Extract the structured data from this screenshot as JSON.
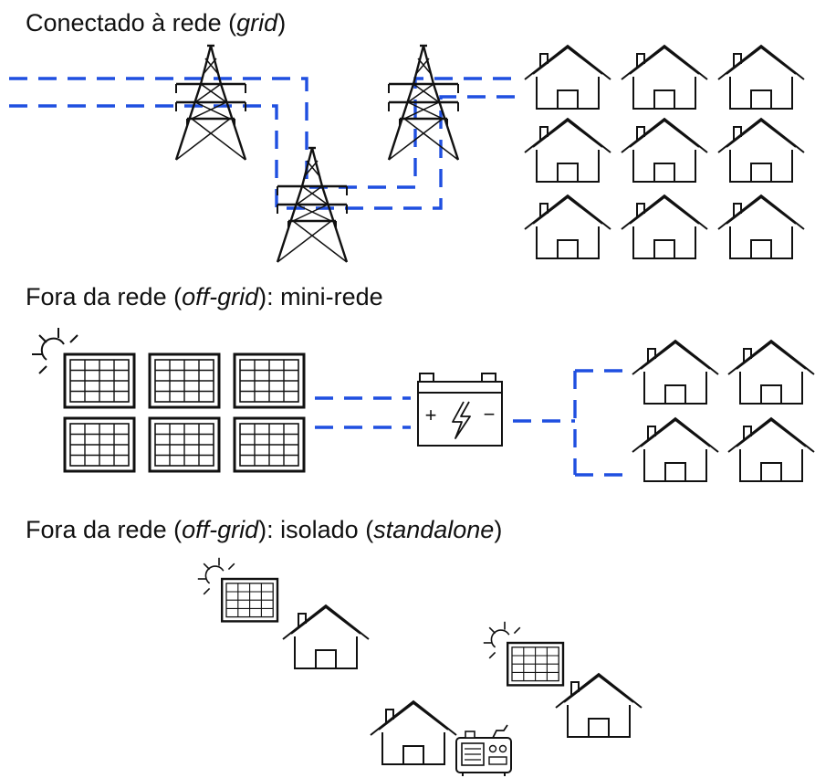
{
  "sections": [
    {
      "id": "grid",
      "title_parts": [
        {
          "text": "Conectado à rede (",
          "italic": false
        },
        {
          "text": "grid",
          "italic": true
        },
        {
          "text": ")",
          "italic": false
        }
      ]
    },
    {
      "id": "minigrid",
      "title_parts": [
        {
          "text": "Fora da rede (",
          "italic": false
        },
        {
          "text": "off-grid",
          "italic": true
        },
        {
          "text": "): mini-rede",
          "italic": false
        }
      ]
    },
    {
      "id": "standalone",
      "title_parts": [
        {
          "text": "Fora da rede (",
          "italic": false
        },
        {
          "text": "off-grid",
          "italic": true
        },
        {
          "text": "): isolado (",
          "italic": false
        },
        {
          "text": "standalone",
          "italic": true
        },
        {
          "text": ")",
          "italic": false
        }
      ]
    }
  ],
  "battery": {
    "plus": "+",
    "minus": "−"
  },
  "colors": {
    "line": "#1f4fe0",
    "ink": "#111111",
    "background": "#ffffff"
  },
  "icons": [
    "transmission-tower-icon",
    "house-icon",
    "solar-panel-icon",
    "sun-icon",
    "battery-icon",
    "lightning-icon",
    "generator-icon"
  ]
}
